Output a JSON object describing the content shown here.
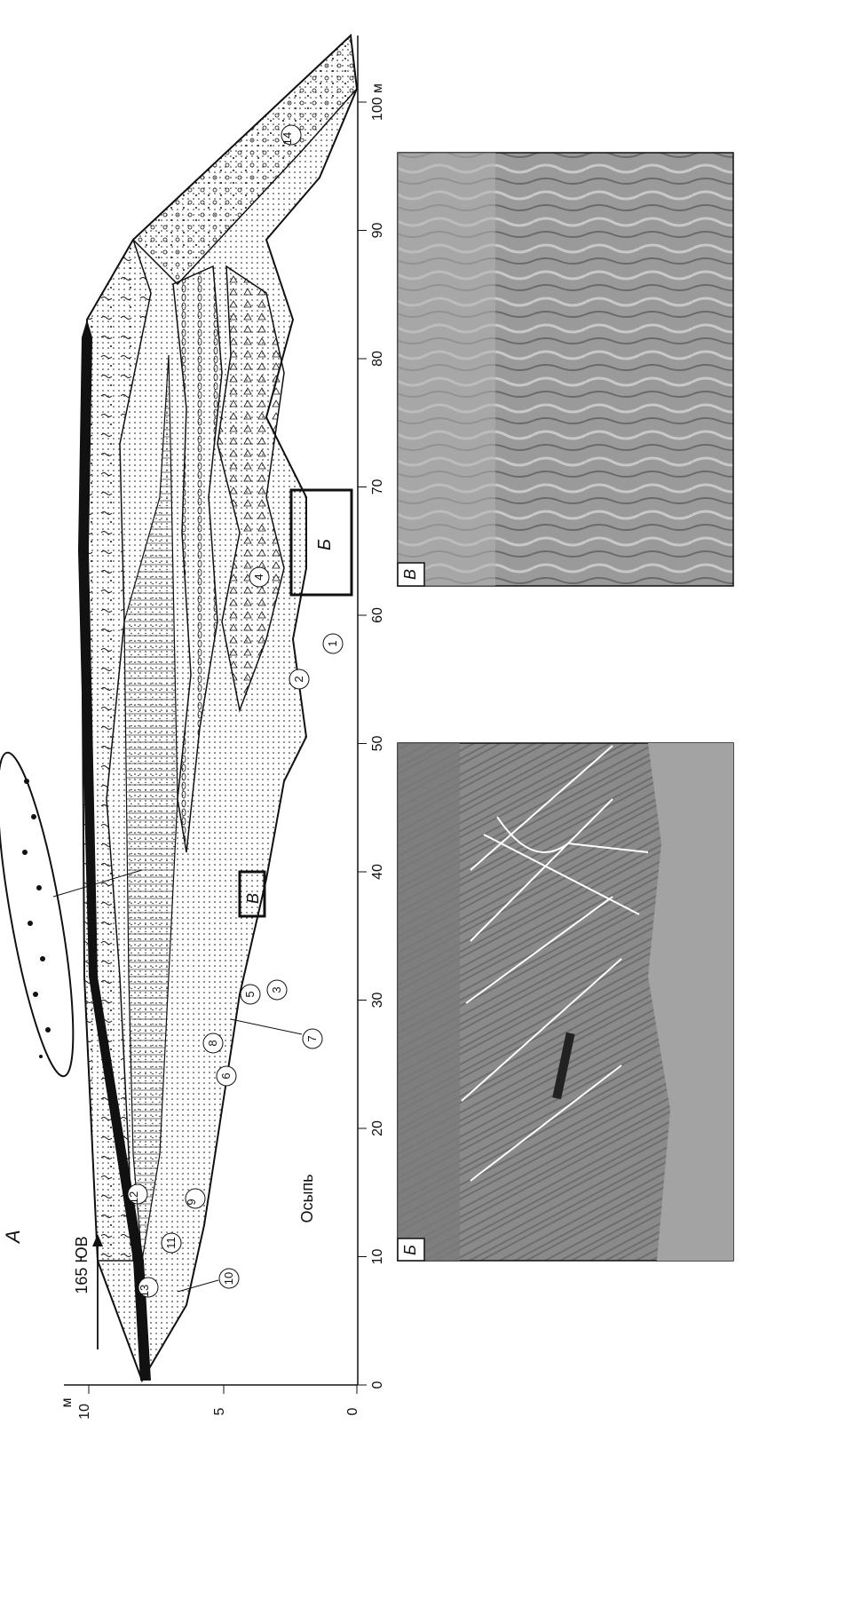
{
  "panels": {
    "main_label": "А",
    "photo_b_label": "Б",
    "photo_v_label": "В",
    "inset_b_label": "Б",
    "inset_v_label": "В"
  },
  "section": {
    "direction_label": "165 ЮВ",
    "scree_label": "Осыпь",
    "distance_axis": {
      "unit_label": "м",
      "ticks": [
        "0",
        "10",
        "20",
        "30",
        "40",
        "50",
        "60",
        "70",
        "80",
        "90",
        "100 м"
      ]
    },
    "height_axis": {
      "unit_label": "м",
      "ticks": [
        "0",
        "5",
        "10"
      ]
    },
    "layer_numbers": [
      "1",
      "2",
      "3",
      "4",
      "5",
      "6",
      "7",
      "8",
      "9",
      "10",
      "11",
      "12",
      "13",
      "14"
    ]
  },
  "colors": {
    "ink": "#111111",
    "photo_b_tone": "#8a8a8a",
    "photo_v_tone": "#9a9a9a",
    "background": "#ffffff"
  }
}
